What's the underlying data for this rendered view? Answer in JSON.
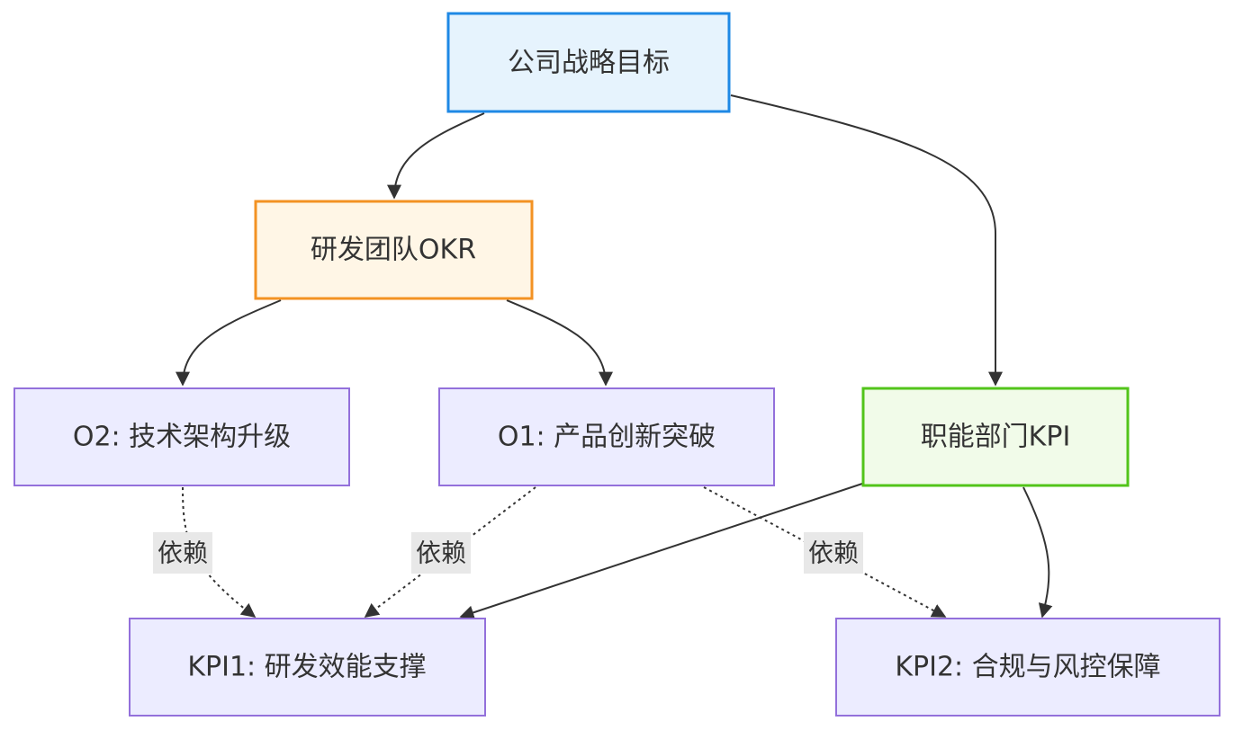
{
  "nodes": {
    "strategy": {
      "label": "公司战略目标",
      "fill": "#e6f3fd",
      "stroke": "#1e88e5"
    },
    "rd_okr": {
      "label": "研发团队OKR",
      "fill": "#fff6e6",
      "stroke": "#f39223"
    },
    "o2": {
      "label": "O2: 技术架构升级",
      "fill": "#ececff",
      "stroke": "#9370db"
    },
    "o1": {
      "label": "O1: 产品创新突破",
      "fill": "#ececff",
      "stroke": "#9370db"
    },
    "func_kpi": {
      "label": "职能部门KPI",
      "fill": "#f1fbe9",
      "stroke": "#52c41a"
    },
    "kpi1": {
      "label": "KPI1: 研发效能支撑",
      "fill": "#ececff",
      "stroke": "#9370db"
    },
    "kpi2": {
      "label": "KPI2: 合规与风控保障",
      "fill": "#ececff",
      "stroke": "#9370db"
    }
  },
  "edges": {
    "o2_kpi1": {
      "label": "依赖"
    },
    "o1_kpi1": {
      "label": "依赖"
    },
    "o1_kpi2": {
      "label": "依赖"
    }
  }
}
